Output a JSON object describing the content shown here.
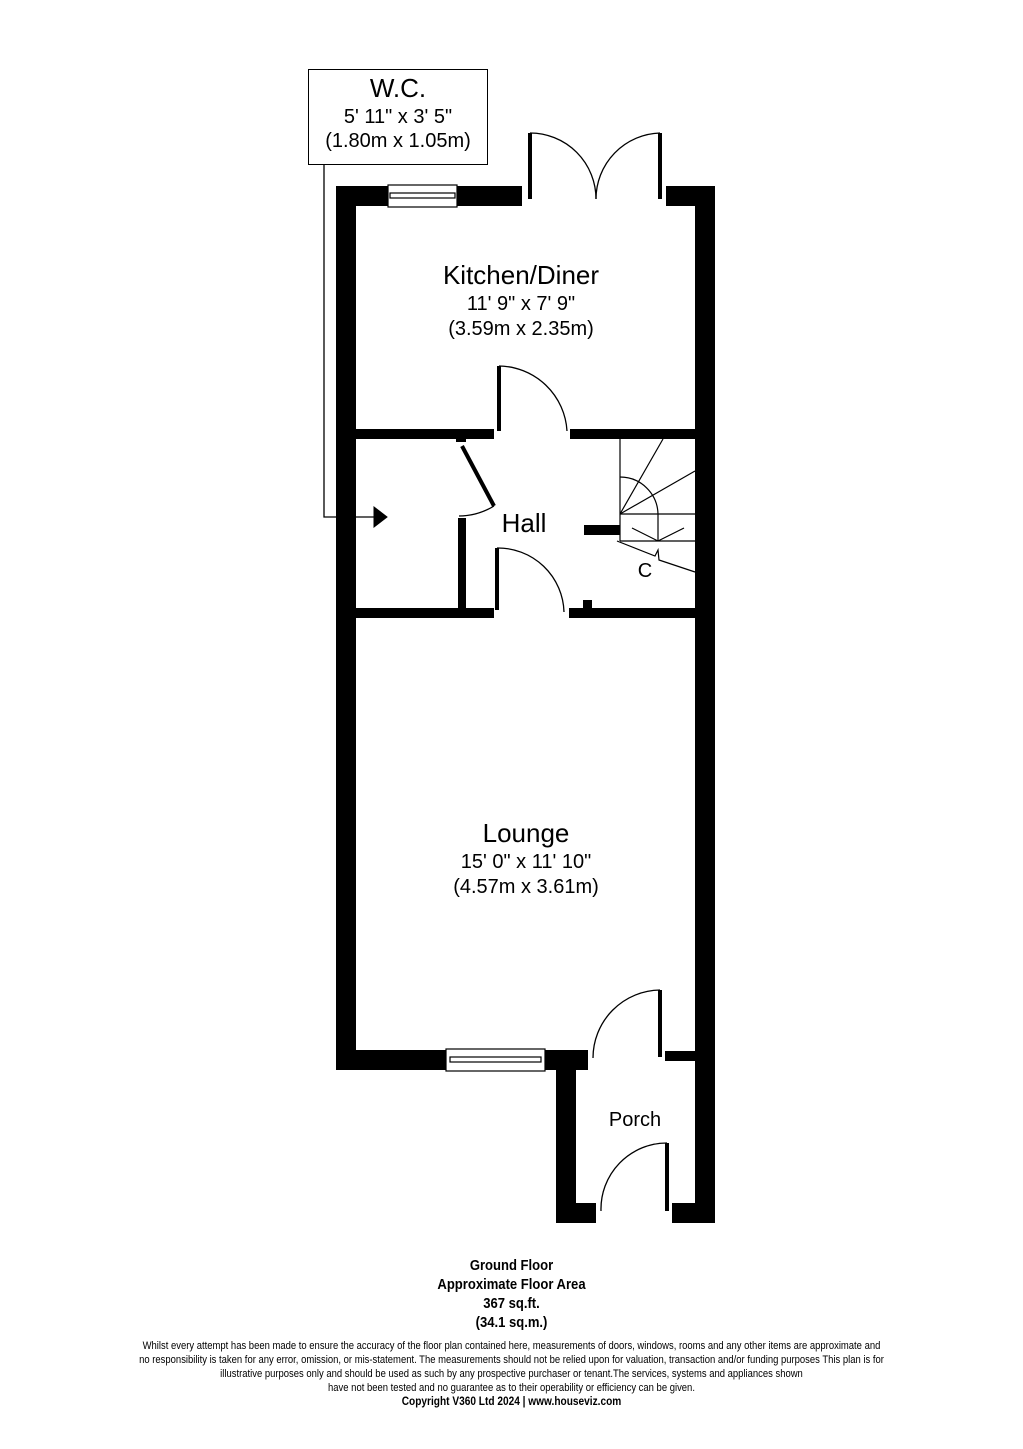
{
  "floor_plan": {
    "floor_name": "Ground Floor",
    "area_label": "Approximate Floor Area",
    "area_sqft": "367 sq.ft.",
    "area_sqm": "(34.1 sq.m.)",
    "rooms": [
      {
        "id": "wc",
        "name": "W.C.",
        "dim_imperial": "5' 11\" x 3' 5\"",
        "dim_metric": "(1.80m x 1.05m)"
      },
      {
        "id": "kitchen",
        "name": "Kitchen/Diner",
        "dim_imperial": "11' 9\" x 7' 9\"",
        "dim_metric": "(3.59m x 2.35m)"
      },
      {
        "id": "hall",
        "name": "Hall"
      },
      {
        "id": "lounge",
        "name": "Lounge",
        "dim_imperial": "15' 0\" x 11' 10\"",
        "dim_metric": "(4.57m x 3.61m)"
      },
      {
        "id": "porch",
        "name": "Porch"
      }
    ],
    "cupboard_label": "C"
  },
  "footer": {
    "disclaimer_lines": [
      "Whilst every attempt has been made to ensure the accuracy of the floor plan contained here, measurements of doors, windows, rooms and any other items are approximate and",
      "no responsibility is taken for any error, omission, or mis-statement.  The measurements should not be relied upon for valuation, transaction and/or funding purposes This plan is for",
      "illustrative purposes only and should be used as such by any prospective purchaser or tenant.The services, systems and appliances shown",
      "have not been tested and no guarantee as to their operability or efficiency can be given."
    ],
    "copyright": "Copyright V360 Ltd 2024 | www.houseviz.com"
  }
}
